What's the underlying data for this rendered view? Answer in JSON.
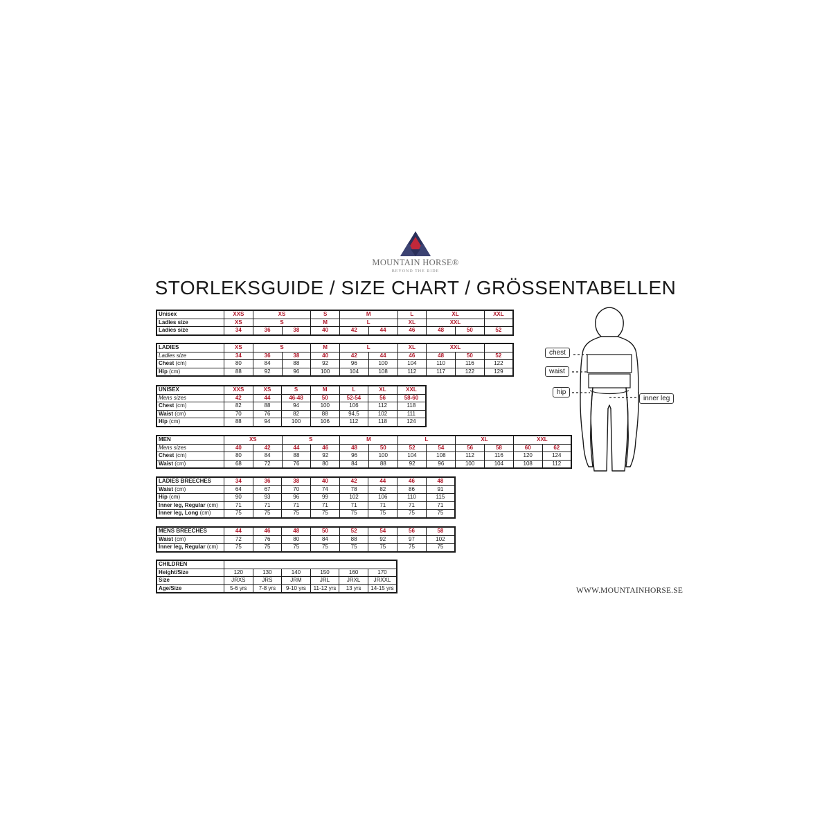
{
  "brand": {
    "name": "MOUNTAIN HORSE®",
    "tagline": "BEYOND THE RIDE"
  },
  "title": "STORLEKSGUIDE / SIZE CHART / GRÖSSENTABELLEN",
  "url": "WWW.MOUNTAINHORSE.SE",
  "colors": {
    "accent_red": "#b0182a",
    "logo_navy": "#2a2f5a",
    "logo_red": "#c0283a"
  },
  "measure_labels": {
    "chest": "chest",
    "waist": "waist",
    "hip": "hip",
    "inner_leg": "inner leg"
  },
  "tables": {
    "unisex_map": {
      "header": "Unisex",
      "sizes": [
        "XXS",
        "XS",
        "S",
        "M",
        "L",
        "XL",
        "XXL"
      ],
      "row2_label": "Ladies size",
      "row2": [
        "XS",
        "S",
        "M",
        "L",
        "XL",
        "XXL"
      ],
      "row3_label": "Ladies size",
      "row3": [
        "34",
        "36",
        "38",
        "40",
        "42",
        "44",
        "46",
        "48",
        "50",
        "52"
      ]
    },
    "ladies": {
      "header": "LADIES",
      "sizes": [
        "XS",
        "S",
        "M",
        "L",
        "XL",
        "XXL"
      ],
      "row2_label": "Ladies size",
      "row2": [
        "34",
        "36",
        "38",
        "40",
        "42",
        "44",
        "46",
        "48",
        "50",
        "52"
      ],
      "chest_label": "Chest",
      "cm": "(cm)",
      "chest": [
        "80",
        "84",
        "88",
        "92",
        "96",
        "100",
        "104",
        "110",
        "116",
        "122"
      ],
      "hip_label": "Hip",
      "hip": [
        "88",
        "92",
        "96",
        "100",
        "104",
        "108",
        "112",
        "117",
        "122",
        "129"
      ]
    },
    "unisex": {
      "header": "UNISEX",
      "sizes": [
        "XXS",
        "XS",
        "S",
        "M",
        "L",
        "XL",
        "XXL"
      ],
      "row2_label": "Mens sizes",
      "row2": [
        "42",
        "44",
        "46-48",
        "50",
        "52-54",
        "56",
        "58-60"
      ],
      "chest_label": "Chest",
      "chest": [
        "82",
        "88",
        "94",
        "100",
        "106",
        "112",
        "118"
      ],
      "waist_label": "Waist",
      "waist": [
        "70",
        "76",
        "82",
        "88",
        "94,5",
        "102",
        "111"
      ],
      "hip_label": "Hip",
      "hip": [
        "88",
        "94",
        "100",
        "106",
        "112",
        "118",
        "124"
      ]
    },
    "men": {
      "header": "MEN",
      "sizes": [
        "XS",
        "S",
        "M",
        "L",
        "XL",
        "XXL"
      ],
      "row2_label": "Mens sizes",
      "row2": [
        "40",
        "42",
        "44",
        "46",
        "48",
        "50",
        "52",
        "54",
        "56",
        "58",
        "60",
        "62"
      ],
      "chest_label": "Chest",
      "chest": [
        "80",
        "84",
        "88",
        "92",
        "96",
        "100",
        "104",
        "108",
        "112",
        "116",
        "120",
        "124"
      ],
      "waist_label": "Waist",
      "waist": [
        "68",
        "72",
        "76",
        "80",
        "84",
        "88",
        "92",
        "96",
        "100",
        "104",
        "108",
        "112"
      ]
    },
    "ladies_breeches": {
      "header": "LADIES BREECHES",
      "sizes": [
        "34",
        "36",
        "38",
        "40",
        "42",
        "44",
        "46",
        "48"
      ],
      "waist_label": "Waist",
      "waist": [
        "64",
        "67",
        "70",
        "74",
        "78",
        "82",
        "86",
        "91"
      ],
      "hip_label": "Hip",
      "hip": [
        "90",
        "93",
        "96",
        "99",
        "102",
        "106",
        "110",
        "115"
      ],
      "inner_regular_label": "Inner leg, Regular",
      "inner_regular": [
        "71",
        "71",
        "71",
        "71",
        "71",
        "71",
        "71",
        "71"
      ],
      "inner_long_label": "Inner leg, Long",
      "inner_long": [
        "75",
        "75",
        "75",
        "75",
        "75",
        "75",
        "75",
        "75"
      ]
    },
    "mens_breeches": {
      "header": "MENS BREECHES",
      "sizes": [
        "44",
        "46",
        "48",
        "50",
        "52",
        "54",
        "56",
        "58"
      ],
      "waist_label": "Waist",
      "waist": [
        "72",
        "76",
        "80",
        "84",
        "88",
        "92",
        "97",
        "102"
      ],
      "inner_regular_label": "Inner leg, Regular",
      "inner_regular": [
        "75",
        "75",
        "75",
        "75",
        "75",
        "75",
        "75",
        "75"
      ]
    },
    "children": {
      "header": "CHILDREN",
      "height_label": "Height/Size",
      "height": [
        "120",
        "130",
        "140",
        "150",
        "160",
        "170"
      ],
      "size_label": "Size",
      "size": [
        "JRXS",
        "JRS",
        "JRM",
        "JRL",
        "JRXL",
        "JRXXL"
      ],
      "age_label": "Age/Size",
      "age": [
        "5-6 yrs",
        "7-8 yrs",
        "9-10 yrs",
        "11-12 yrs",
        "13 yrs",
        "14-15 yrs"
      ]
    }
  }
}
